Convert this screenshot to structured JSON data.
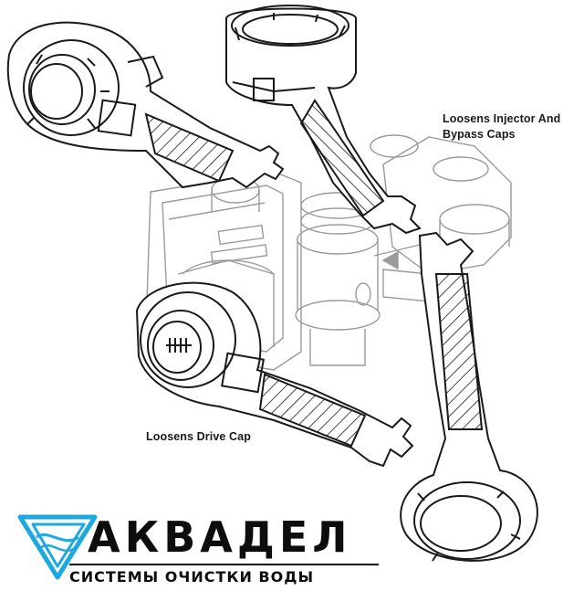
{
  "callouts": {
    "injector": "Loosens Injector And Bypass Caps",
    "drive": "Loosens Drive Cap"
  },
  "logo": {
    "wordmark": "АКВАДЕЛ",
    "tagline": "СИСТЕМЫ ОЧИСТКИ ВОДЫ",
    "colors": {
      "accent": "#1da9e0",
      "dark": "#0d0d0d"
    }
  },
  "colors": {
    "line": "#1a1a1a",
    "faint": "#9a9a9a"
  }
}
